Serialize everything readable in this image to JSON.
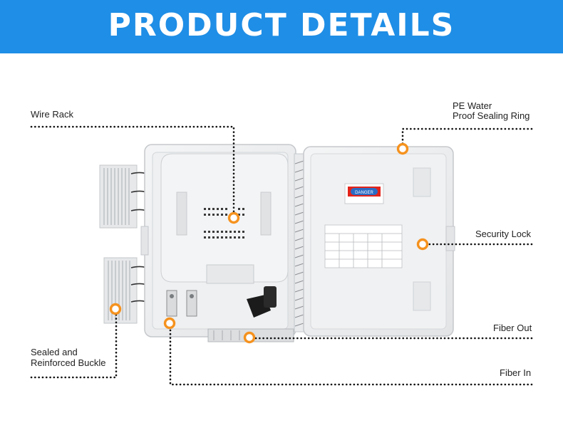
{
  "header": {
    "title": "PRODUCT DETAILS"
  },
  "callouts": {
    "wire_rack": "Wire Rack",
    "pe_water_line1": "PE Water",
    "pe_water_line2": "Proof Sealing Ring",
    "security_lock": "Security Lock",
    "fiber_out": "Fiber Out",
    "fiber_in": "Fiber In",
    "sealed_line1": "Sealed and",
    "sealed_line2": "Reinforced Buckle"
  },
  "sticker": {
    "text": "DANGER"
  },
  "colors": {
    "banner": "#1f8ee6",
    "marker": "#f5921e",
    "sticker_red": "#e2231a",
    "box_body": "#eceeef"
  }
}
